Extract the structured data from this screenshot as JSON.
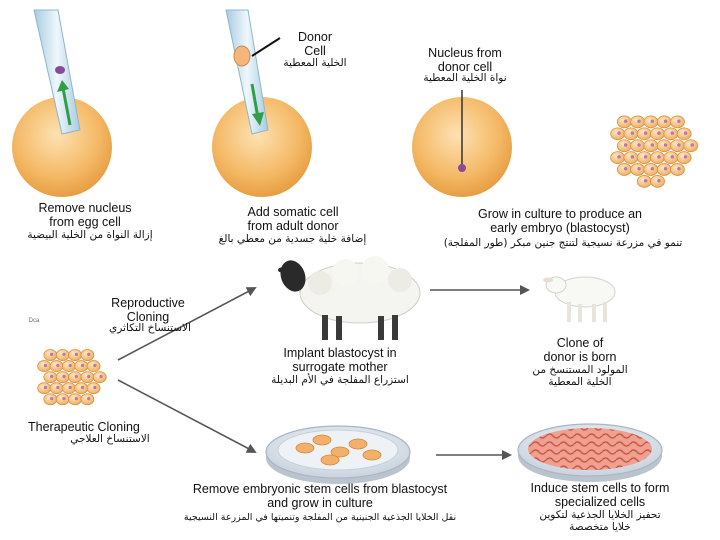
{
  "labels": {
    "donor_cell_en": "Donor\nCell",
    "donor_cell_ar": "الخلية المعطية",
    "nucleus_from_donor_en": "Nucleus from\ndonor cell",
    "nucleus_from_donor_ar": "نواة الخلية المعطية",
    "remove_nucleus_en": "Remove nucleus\nfrom egg cell",
    "remove_nucleus_ar": "إزالة النواة من الخلية البيضية",
    "add_somatic_en": "Add somatic cell\nfrom adult donor",
    "add_somatic_ar": "إضافة خلية جسدية من معطي بالغ",
    "grow_culture_en": "Grow in culture to produce an\nearly embryo (blastocyst)",
    "grow_culture_ar": "تنمو في مزرعة نسيجية لتنتج جنين مبكر (طور المفلجة)",
    "reproductive_en": "Reproductive\nCloning",
    "reproductive_ar": "الاستنساخ التكاثري",
    "implant_en": "Implant blastocyst in\nsurrogate mother",
    "implant_ar": "استزراع المفلجة في الأم البديلة",
    "clone_born_en": "Clone of\ndonor is born",
    "clone_born_ar": "المولود المستنسخ من\nالخلية المعطية",
    "therapeutic_en": "Therapeutic Cloning",
    "therapeutic_ar": "الاستنساخ العلاجي",
    "remove_stem_en": "Remove embryonic stem cells from blastocyst\nand grow in culture",
    "remove_stem_ar": "نقل الخلايا الجذعية الجنينية من المفلجة وتنميتها في المزرعة النسيجية",
    "induce_stem_en": "Induce stem cells to form\nspecialized cells",
    "induce_stem_ar": "تحفيز الخلايا الجذعية لتكوين\nخلايا متخصصة",
    "dca": "Dca"
  },
  "colors": {
    "egg_cell": "#f0b45a",
    "egg_cell_light": "#f8dca6",
    "arrow_green": "#2f9e48",
    "nucleus": "#8a4a9a",
    "pipette": "#cfe6f2",
    "tissue": "#e8826e",
    "dish": "#dfe6ee",
    "arrow_gray": "#555555"
  }
}
